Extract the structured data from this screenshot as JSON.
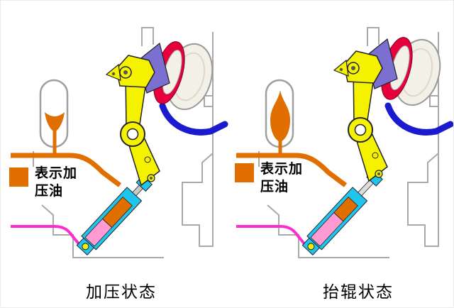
{
  "diagram": {
    "legend": {
      "label": "表示加压油"
    },
    "panels": [
      {
        "caption": "加压状态"
      },
      {
        "caption": "抬辊状态"
      }
    ]
  },
  "colors": {
    "pressure_oil": "#E06F00",
    "lever_yellow": "#F5F200",
    "cylinder_cyan": "#1FC5EE",
    "piston_pink": "#FF9AD2",
    "return_line_magenta": "#FF2BD0",
    "pipe_blue": "#1A1ACF",
    "roller_red": "#E8003C",
    "wedge_purple": "#7B6FD2",
    "roller_ivory": "#F3F0E8",
    "frame_gray": "#A9A9A9"
  }
}
